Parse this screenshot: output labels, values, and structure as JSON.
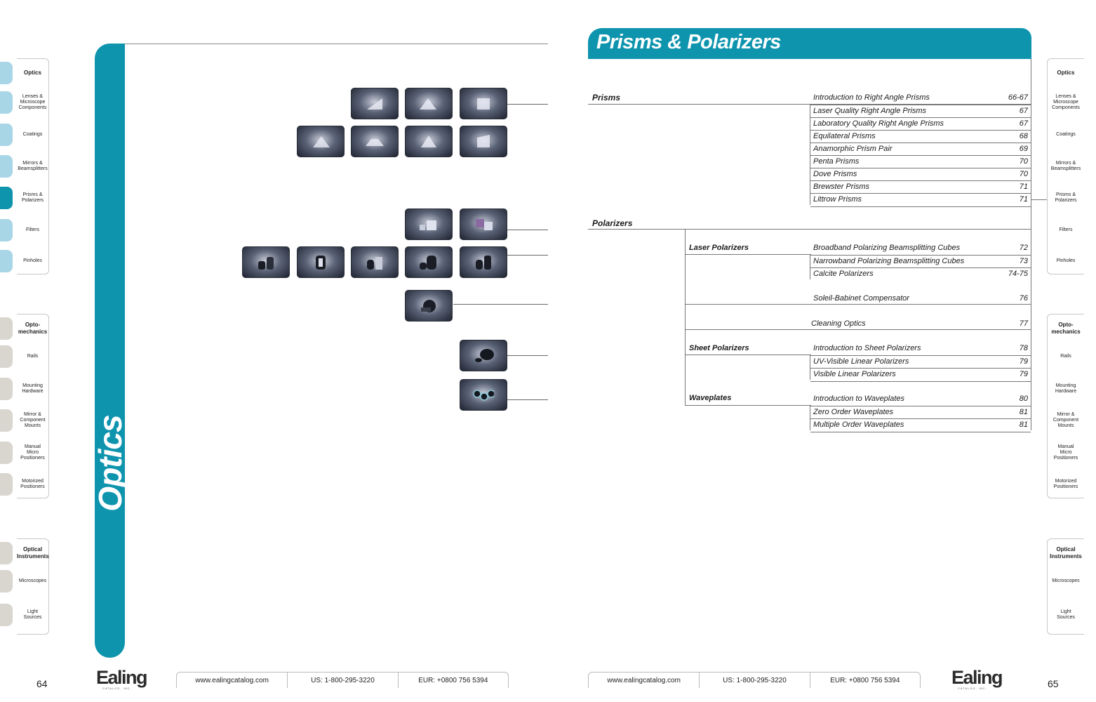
{
  "left_page": {
    "banner": "Optics",
    "page_number": "64"
  },
  "right_page": {
    "title": "Prisms & Polarizers",
    "page_number": "65"
  },
  "side_tabs": [
    {
      "label": "Optics",
      "head": true,
      "color": "#a9d6e6"
    },
    {
      "label": "Lenses &\nMicroscope\nComponents",
      "head": false,
      "color": "#a9d6e6"
    },
    {
      "label": "Coatings",
      "head": false,
      "color": "#a9d6e6"
    },
    {
      "label": "Mirrors &\nBeamsplitters",
      "head": false,
      "color": "#a9d6e6"
    },
    {
      "label": "Prisms &\nPolarizers",
      "head": false,
      "color": "#0f94ae",
      "active": true
    },
    {
      "label": "Filters",
      "head": false,
      "color": "#a9d6e6"
    },
    {
      "label": "Pinholes",
      "head": false,
      "color": "#a9d6e6"
    },
    {
      "label": "Opto-\nmechanics",
      "head": true,
      "color": "#d9d6cf"
    },
    {
      "label": "Rails",
      "head": false,
      "color": "#d9d6cf"
    },
    {
      "label": "Mounting\nHardware",
      "head": false,
      "color": "#d9d6cf"
    },
    {
      "label": "Mirror &\nComponent\nMounts",
      "head": false,
      "color": "#d9d6cf"
    },
    {
      "label": "Manual\nMicro\nPositioners",
      "head": false,
      "color": "#d9d6cf"
    },
    {
      "label": "Motorized\nPositioners",
      "head": false,
      "color": "#d9d6cf"
    },
    {
      "label": "Optical\nInstruments",
      "head": true,
      "color": "#d9d6cf"
    },
    {
      "label": "Microscopes",
      "head": false,
      "color": "#d9d6cf"
    },
    {
      "label": "Light\nSources",
      "head": false,
      "color": "#d9d6cf"
    }
  ],
  "toc": {
    "prisms": {
      "heading": "Prisms",
      "items": [
        {
          "name": "Introduction to Right Angle Prisms",
          "page": "66-67"
        },
        {
          "name": "Laser Quality Right Angle Prisms",
          "page": "67"
        },
        {
          "name": "Laboratory Quality Right Angle Prisms",
          "page": "67"
        },
        {
          "name": "Equilateral Prisms",
          "page": "68"
        },
        {
          "name": "Anamorphic Prism Pair",
          "page": "69"
        },
        {
          "name": "Penta Prisms",
          "page": "70"
        },
        {
          "name": "Dove Prisms",
          "page": "70"
        },
        {
          "name": "Brewster Prisms",
          "page": "71"
        },
        {
          "name": "Littrow Prisms",
          "page": "71"
        }
      ]
    },
    "polarizers": {
      "heading": "Polarizers",
      "laser": {
        "heading": "Laser Polarizers",
        "items": [
          {
            "name": "Broadband Polarizing Beamsplitting Cubes",
            "page": "72"
          },
          {
            "name": "Narrowband Polarizing Beamsplitting Cubes",
            "page": "73"
          },
          {
            "name": "Calcite Polarizers",
            "page": "74-75"
          }
        ]
      },
      "soleil": {
        "name": "Soleil-Babinet Compensator",
        "page": "76"
      },
      "cleaning": {
        "name": "Cleaning Optics",
        "page": "77"
      },
      "sheet": {
        "heading": "Sheet Polarizers",
        "items": [
          {
            "name": "Introduction to Sheet Polarizers",
            "page": "78"
          },
          {
            "name": "UV-Visible Linear Polarizers",
            "page": "79"
          },
          {
            "name": "Visible Linear Polarizers",
            "page": "79"
          }
        ]
      },
      "waveplates": {
        "heading": "Waveplates",
        "items": [
          {
            "name": "Introduction to Waveplates",
            "page": "80"
          },
          {
            "name": "Zero Order Waveplates",
            "page": "81"
          },
          {
            "name": "Multiple Order Waveplates",
            "page": "81"
          }
        ]
      }
    }
  },
  "footer": {
    "logo": "Ealing",
    "logo_sub": "CATALOG, INC.",
    "website": "www.ealingcatalog.com",
    "us_phone": "US: 1-800-295-3220",
    "eur_phone": "EUR: +0800 756 5394"
  },
  "colors": {
    "accent": "#0f94ae",
    "optics_tab": "#a9d6e6",
    "other_tab": "#d9d6cf"
  }
}
